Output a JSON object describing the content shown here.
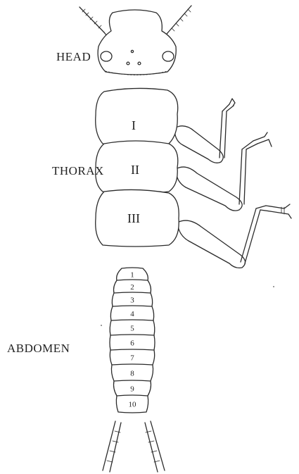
{
  "labels": {
    "head": "HEAD",
    "thorax": "THORAX",
    "abdomen": "ABDOMEN"
  },
  "thorax_segments": [
    "I",
    "II",
    "III"
  ],
  "abdomen_segments": [
    "1",
    "2",
    "3",
    "4",
    "5",
    "6",
    "7",
    "8",
    "9",
    "10"
  ]
}
